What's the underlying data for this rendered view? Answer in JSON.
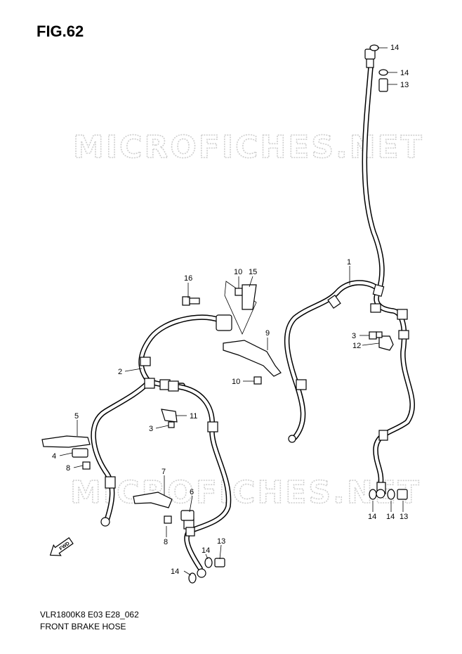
{
  "figure": {
    "title": "FIG.62",
    "model_code": "VLR1800K8 E03 E28_062",
    "caption": "FRONT BRAKE HOSE"
  },
  "watermark": "MICROFICHES.NET",
  "fwd_label": "FWD",
  "callouts": [
    {
      "id": "c-14-a",
      "label": "14"
    },
    {
      "id": "c-14-b",
      "label": "14"
    },
    {
      "id": "c-13-a",
      "label": "13"
    },
    {
      "id": "c-1",
      "label": "1"
    },
    {
      "id": "c-16",
      "label": "16"
    },
    {
      "id": "c-10-a",
      "label": "10"
    },
    {
      "id": "c-15",
      "label": "15"
    },
    {
      "id": "c-9",
      "label": "9"
    },
    {
      "id": "c-3-a",
      "label": "3"
    },
    {
      "id": "c-12",
      "label": "12"
    },
    {
      "id": "c-2",
      "label": "2"
    },
    {
      "id": "c-10-b",
      "label": "10"
    },
    {
      "id": "c-5",
      "label": "5"
    },
    {
      "id": "c-11",
      "label": "11"
    },
    {
      "id": "c-3-b",
      "label": "3"
    },
    {
      "id": "c-4",
      "label": "4"
    },
    {
      "id": "c-8-a",
      "label": "8"
    },
    {
      "id": "c-7",
      "label": "7"
    },
    {
      "id": "c-6",
      "label": "6"
    },
    {
      "id": "c-8-b",
      "label": "8"
    },
    {
      "id": "c-14-c",
      "label": "14"
    },
    {
      "id": "c-14-d",
      "label": "14"
    },
    {
      "id": "c-13-b",
      "label": "13"
    },
    {
      "id": "c-14-e",
      "label": "14"
    },
    {
      "id": "c-14-f",
      "label": "14"
    },
    {
      "id": "c-13-c",
      "label": "13"
    }
  ]
}
